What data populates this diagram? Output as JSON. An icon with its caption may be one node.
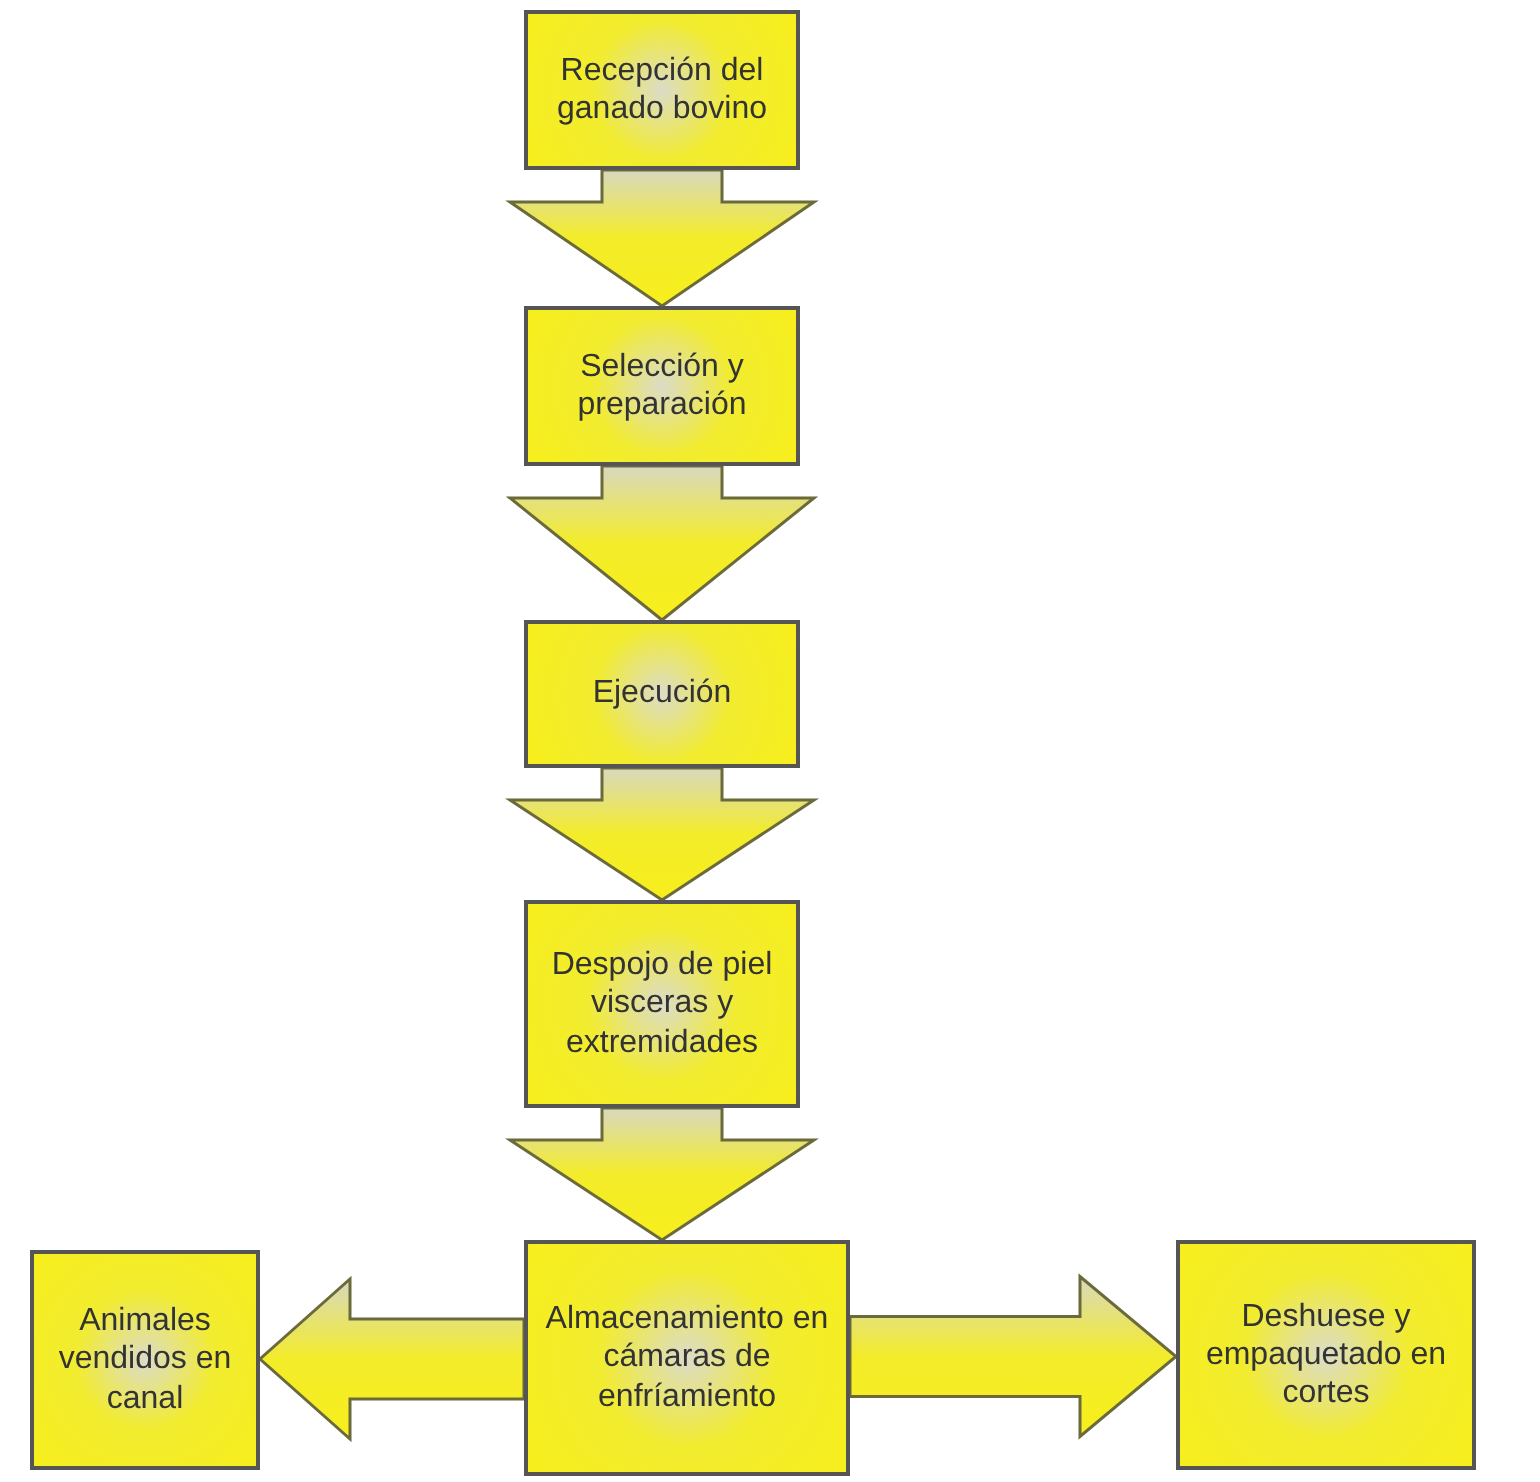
{
  "diagram": {
    "nodes": [
      {
        "text": [
          "Recepción del ganado bovino"
        ]
      },
      {
        "text": [
          "Selección y preparación"
        ]
      },
      {
        "text": [
          "Ejecución"
        ]
      },
      {
        "text": [
          "Despojo de piel visceras y extremidades"
        ]
      },
      {
        "text": [
          "Almacenamiento en cámaras de enfríamiento"
        ]
      },
      {
        "text": [
          "Animales vendidos en canal"
        ]
      },
      {
        "text": [
          "Deshuese y empaquetado en cortes"
        ]
      }
    ],
    "edges": [
      {
        "from": 0,
        "to": 1,
        "arrow": "to"
      },
      {
        "from": 1,
        "to": 2,
        "arrow": "to"
      },
      {
        "from": 2,
        "to": 3,
        "arrow": "to"
      },
      {
        "from": 3,
        "to": 4,
        "arrow": "to"
      },
      {
        "from": 4,
        "to": 5,
        "arrow": "to"
      },
      {
        "from": 4,
        "to": 6,
        "arrow": "to"
      }
    ]
  }
}
